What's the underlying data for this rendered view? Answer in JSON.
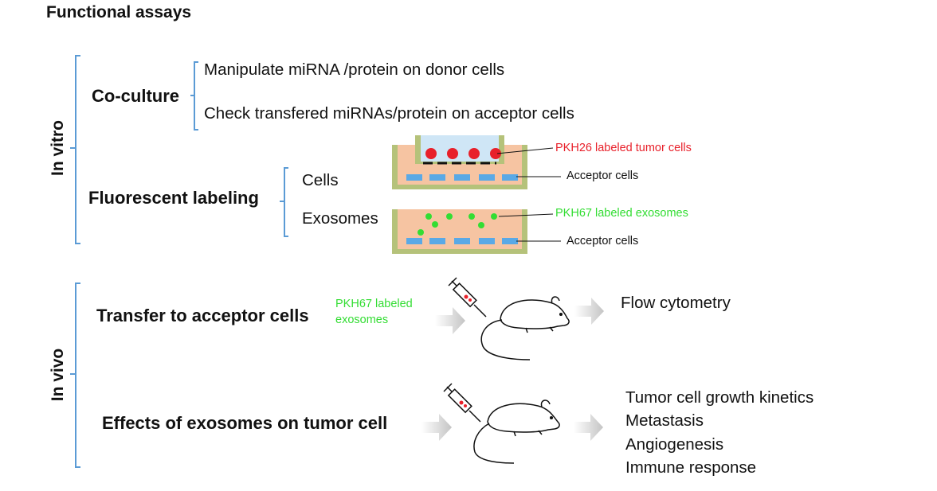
{
  "title": "Functional assays",
  "in_vitro": {
    "label": "In vitro",
    "coculture": {
      "label": "Co-culture",
      "items": [
        "Manipulate miRNA /protein on donor cells",
        "Check transfered miRNAs/protein on acceptor cells"
      ]
    },
    "fluorescent": {
      "label": "Fluorescent labeling",
      "cells_label": "Cells",
      "exosomes_label": "Exosomes",
      "pkh26_label": "PKH26 labeled tumor cells",
      "pkh67_label": "PKH67 labeled exosomes",
      "acceptor_label_1": "Acceptor cells",
      "acceptor_label_2": "Acceptor cells"
    }
  },
  "in_vivo": {
    "label": "In vivo",
    "transfer": {
      "label": "Transfer to acceptor cells",
      "input_label_line1": "PKH67 labeled",
      "input_label_line2": "exosomes",
      "result": "Flow cytometry"
    },
    "effects": {
      "label": "Effects of exosomes on tumor cell",
      "results": [
        "Tumor cell growth kinetics",
        "Metastasis",
        "Angiogenesis",
        "Immune response"
      ]
    }
  },
  "colors": {
    "bracket": "#5b9bd5",
    "red_label": "#e8202a",
    "green_label": "#33dd33",
    "well_border": "#b5c27a",
    "medium": "#f6c4a2",
    "acceptor": "#5aa9e6",
    "arrow": "#d0d0d0"
  }
}
